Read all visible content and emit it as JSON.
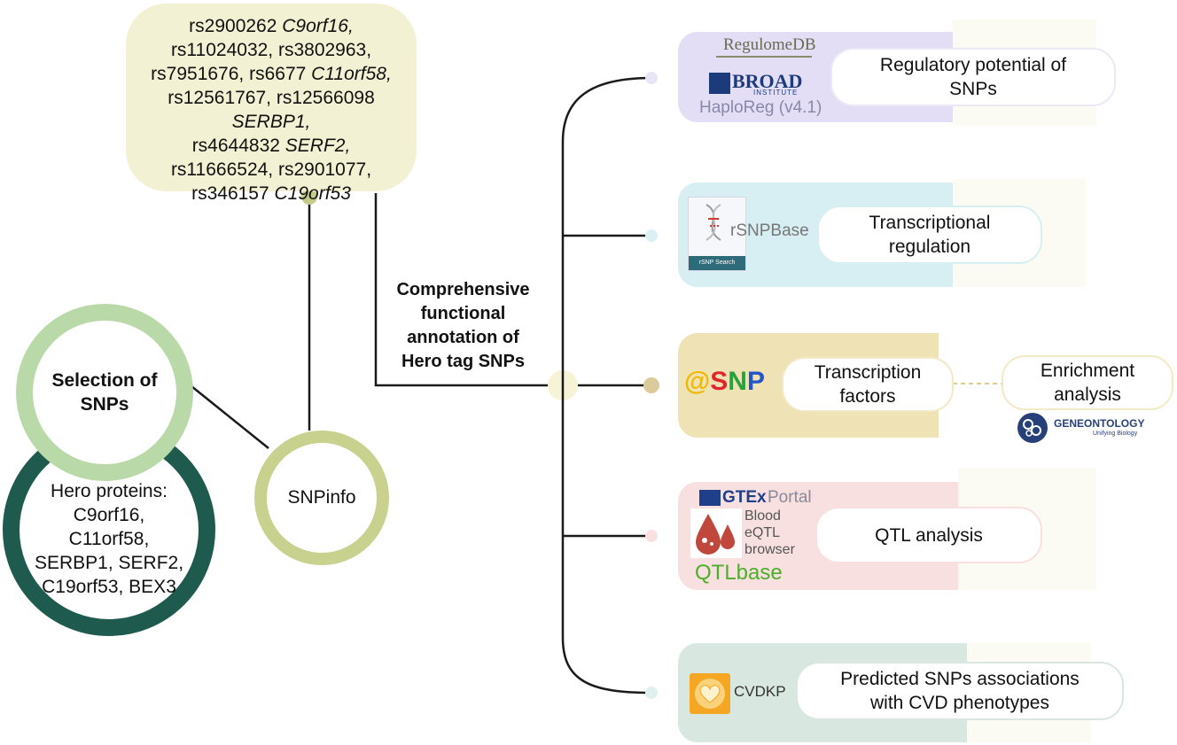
{
  "snp_list": {
    "line1_rs": "rs2900262 ",
    "line1_gene": "C9orf16,",
    "line2": "rs11024032, rs3802963,",
    "line3_rs": "rs7951676, rs6677 ",
    "line3_gene": "C11orf58,",
    "line4_rs": "rs12561767, rs12566098 ",
    "line4_gene": "SERBP1,",
    "line5_rs": "rs4644832 ",
    "line5_gene": "SERF2,",
    "line6": "rs11666524, rs2901077,",
    "line7_rs": "rs346157 ",
    "line7_gene": "C19orf53"
  },
  "selection": {
    "line1": "Selection of",
    "line2": "SNPs"
  },
  "hero": {
    "line1": "Hero proteins:",
    "line2": "C9orf16,",
    "line3": "C11orf58,",
    "line4": "SERBP1, SERF2,",
    "line5": "C19orf53, BEX3"
  },
  "snpinfo": {
    "label": "SNPinfo"
  },
  "annotation": {
    "line1": "Comprehensive",
    "line2": "functional",
    "line3": "annotation of",
    "line4": "Hero tag SNPs"
  },
  "panels": {
    "regulatory": {
      "line1": "Regulatory potential of",
      "line2": "SNPs",
      "logo_regulomedb": "RegulomeDB",
      "logo_broad": "BROAD",
      "logo_institute": "INSTITUTE",
      "logo_haploreg": "HaploReg (v4.1)"
    },
    "transcriptional": {
      "line1": "Transcriptional",
      "line2": "regulation",
      "logo_rsnpbase": "rSNPBase",
      "logo_rsnp_search": "rSNP Search"
    },
    "tf": {
      "line1": "Transcription",
      "line2": "factors",
      "logo_asnp_at": "@",
      "logo_asnp_s": "S",
      "logo_asnp_n": "N",
      "logo_asnp_p": "P"
    },
    "enrichment": {
      "line1": "Enrichment",
      "line2": "analysis",
      "logo_geneontology": "GENEONTOLOGY",
      "logo_go_tag": "Unifying Biology"
    },
    "qtl": {
      "label": "QTL analysis",
      "logo_gtex": "GTEx",
      "logo_portal": "Portal",
      "logo_blood1": "Blood",
      "logo_blood2": "eQTL",
      "logo_blood3": "browser",
      "logo_qtlbase": "QTLbase"
    },
    "cvd": {
      "line1": "Predicted SNPs associations",
      "line2": "with CVD phenotypes",
      "logo_cvdkp": "CVDKP"
    }
  },
  "colors": {
    "snp_list_bg": "#f3f1d4",
    "selection_ring": "#b9d9a8",
    "hero_ring": "#1f5a4f",
    "snpinfo_ring": "#c8d28e",
    "regulatory_bg": "#e3def6",
    "transcriptional_bg": "#d7eef3",
    "tf_bg": "#efe2b5",
    "qtl_bg": "#f8dfe0",
    "cvd_bg": "#d8e8e0"
  }
}
